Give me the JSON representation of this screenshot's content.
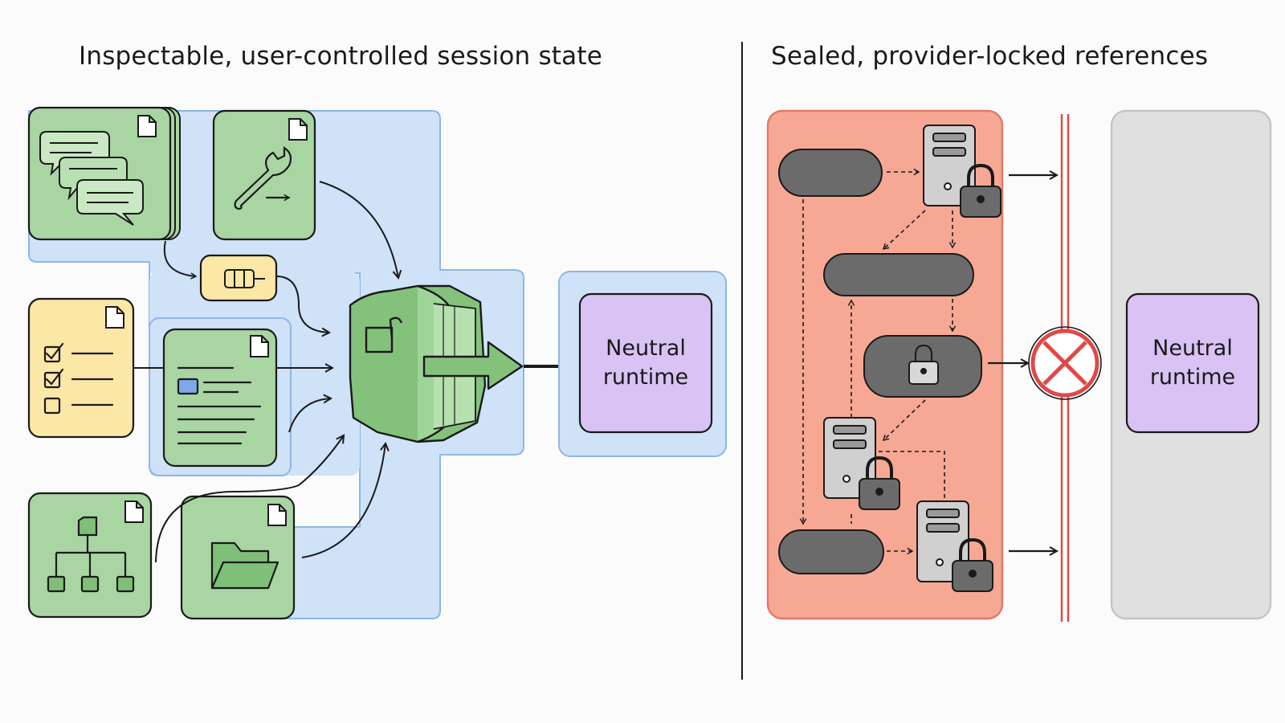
{
  "left_panel": {
    "title": "Inspectable, user-controlled session state",
    "runtime": {
      "line1": "Neutral",
      "line2": "runtime"
    }
  },
  "right_panel": {
    "title": "Sealed, provider-locked references",
    "runtime": {
      "line1": "Neutral",
      "line2": "runtime"
    }
  },
  "colors": {
    "blue_region": "#cfe2f8",
    "green_card": "#a8d5a2",
    "yellow_card": "#fbe7a6",
    "purple_runtime": "#d9c2f4",
    "red_panel": "#f6a894",
    "gray_panel": "#e0e0e0",
    "dark_pill": "#6b6b6b",
    "blocked_red": "#e04848"
  },
  "icons": [
    "chat-bubbles-icon",
    "wrench-icon",
    "queue-icon",
    "checklist-icon",
    "document-icon",
    "tree-icon",
    "folder-icon",
    "bag-icon",
    "server-icon",
    "lock-icon",
    "blocked-icon"
  ]
}
